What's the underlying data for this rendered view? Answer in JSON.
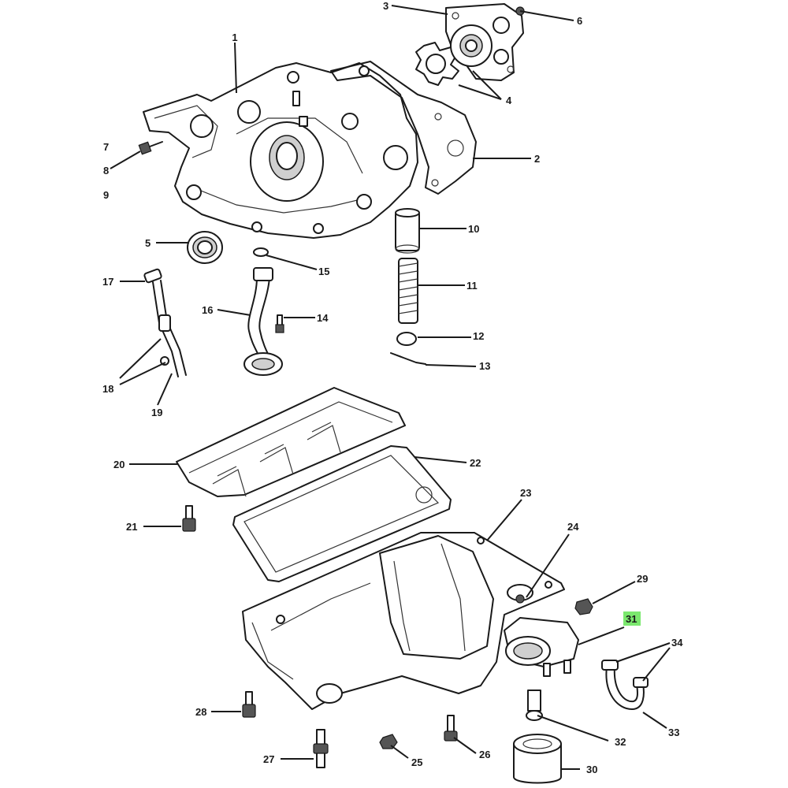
{
  "callouts": {
    "c1": "1",
    "c2": "2",
    "c3": "3",
    "c4": "4",
    "c5": "5",
    "c6": "6",
    "c7": "7",
    "c8": "8",
    "c9": "9",
    "c10": "10",
    "c11": "11",
    "c12": "12",
    "c13": "13",
    "c14": "14",
    "c15": "15",
    "c16": "16",
    "c17": "17",
    "c18": "18",
    "c19": "19",
    "c20": "20",
    "c21": "21",
    "c22": "22",
    "c23": "23",
    "c24": "24",
    "c25": "25",
    "c26": "26",
    "c27": "27",
    "c28": "28",
    "c29": "29",
    "c30": "30",
    "c31": "31",
    "c32": "32",
    "c33": "33",
    "c34": "34"
  },
  "colors": {
    "highlight": "#7be86e",
    "line": "#1a1a1a"
  }
}
